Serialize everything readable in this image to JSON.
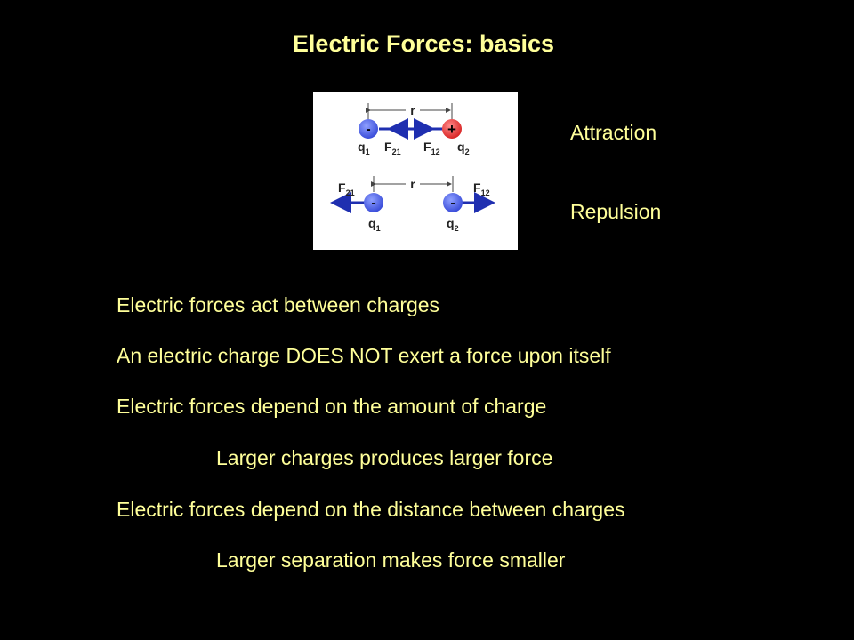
{
  "title": "Electric Forces: basics",
  "colors": {
    "text": "#ffff99",
    "background": "#000000",
    "arrow": "#1f2fb0",
    "negative_charge": "#4a63e6",
    "positive_charge": "#e02a2a"
  },
  "diagram": {
    "attraction": {
      "distance": "r",
      "q1": {
        "sign": "-",
        "label_main": "q",
        "label_sub": "1"
      },
      "q2": {
        "sign": "+",
        "label_main": "q",
        "label_sub": "2"
      },
      "f21": {
        "main": "F",
        "sub": "21"
      },
      "f12": {
        "main": "F",
        "sub": "12"
      }
    },
    "repulsion": {
      "distance": "r",
      "q1": {
        "sign": "-",
        "label_main": "q",
        "label_sub": "1"
      },
      "q2": {
        "sign": "-",
        "label_main": "q",
        "label_sub": "2"
      },
      "f21": {
        "main": "F",
        "sub": "21"
      },
      "f12": {
        "main": "F",
        "sub": "12"
      }
    }
  },
  "labels": {
    "attraction": "Attraction",
    "repulsion": "Repulsion"
  },
  "bullets": [
    "Electric forces act between charges",
    "An electric charge DOES NOT exert a force upon itself",
    "Electric forces depend on the amount of charge",
    "Larger charges produces larger force",
    "Electric forces depend on the distance between charges",
    "Larger separation makes force smaller"
  ]
}
